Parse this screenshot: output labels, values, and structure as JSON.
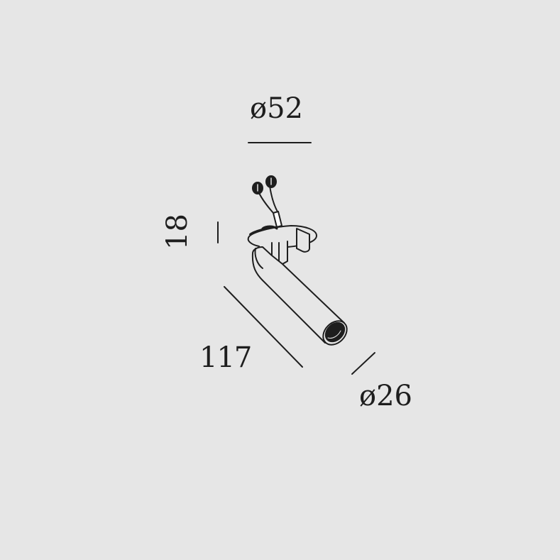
{
  "drawing": {
    "title": "Spotlight technical dimension drawing",
    "background_color": "#e6e6e6",
    "line_color": "#1e1e1e",
    "dimensions": {
      "top_diameter": "ø52",
      "height": "18",
      "length": "117",
      "bottom_diameter": "ø26"
    },
    "components": [
      "cable-connectors",
      "mounting-base",
      "adjustable-tube-spotlight",
      "lens-opening"
    ]
  }
}
